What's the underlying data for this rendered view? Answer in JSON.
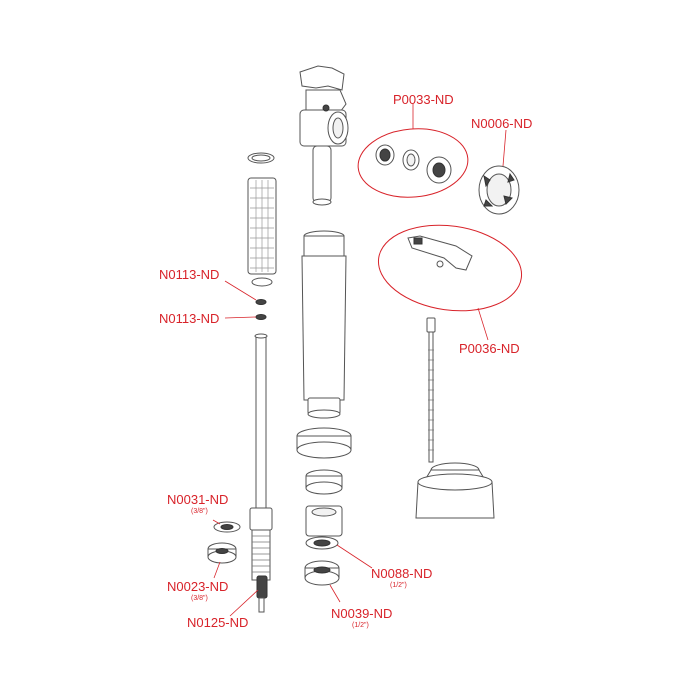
{
  "labels": {
    "p0033": "P0033-ND",
    "n0006": "N0006-ND",
    "n0113_a": "N0113-ND",
    "n0113_b": "N0113-ND",
    "p0036": "P0036-ND",
    "n0031": "N0031-ND",
    "n0031_size": "(3/8\")",
    "n0023": "N0023-ND",
    "n0023_size": "(3/8\")",
    "n0125": "N0125-ND",
    "n0088": "N0088-ND",
    "n0088_size": "(1/2\")",
    "n0039": "N0039-ND",
    "n0039_size": "(1/2\")"
  },
  "colors": {
    "label": "#d8232a",
    "outline": "#555555"
  }
}
